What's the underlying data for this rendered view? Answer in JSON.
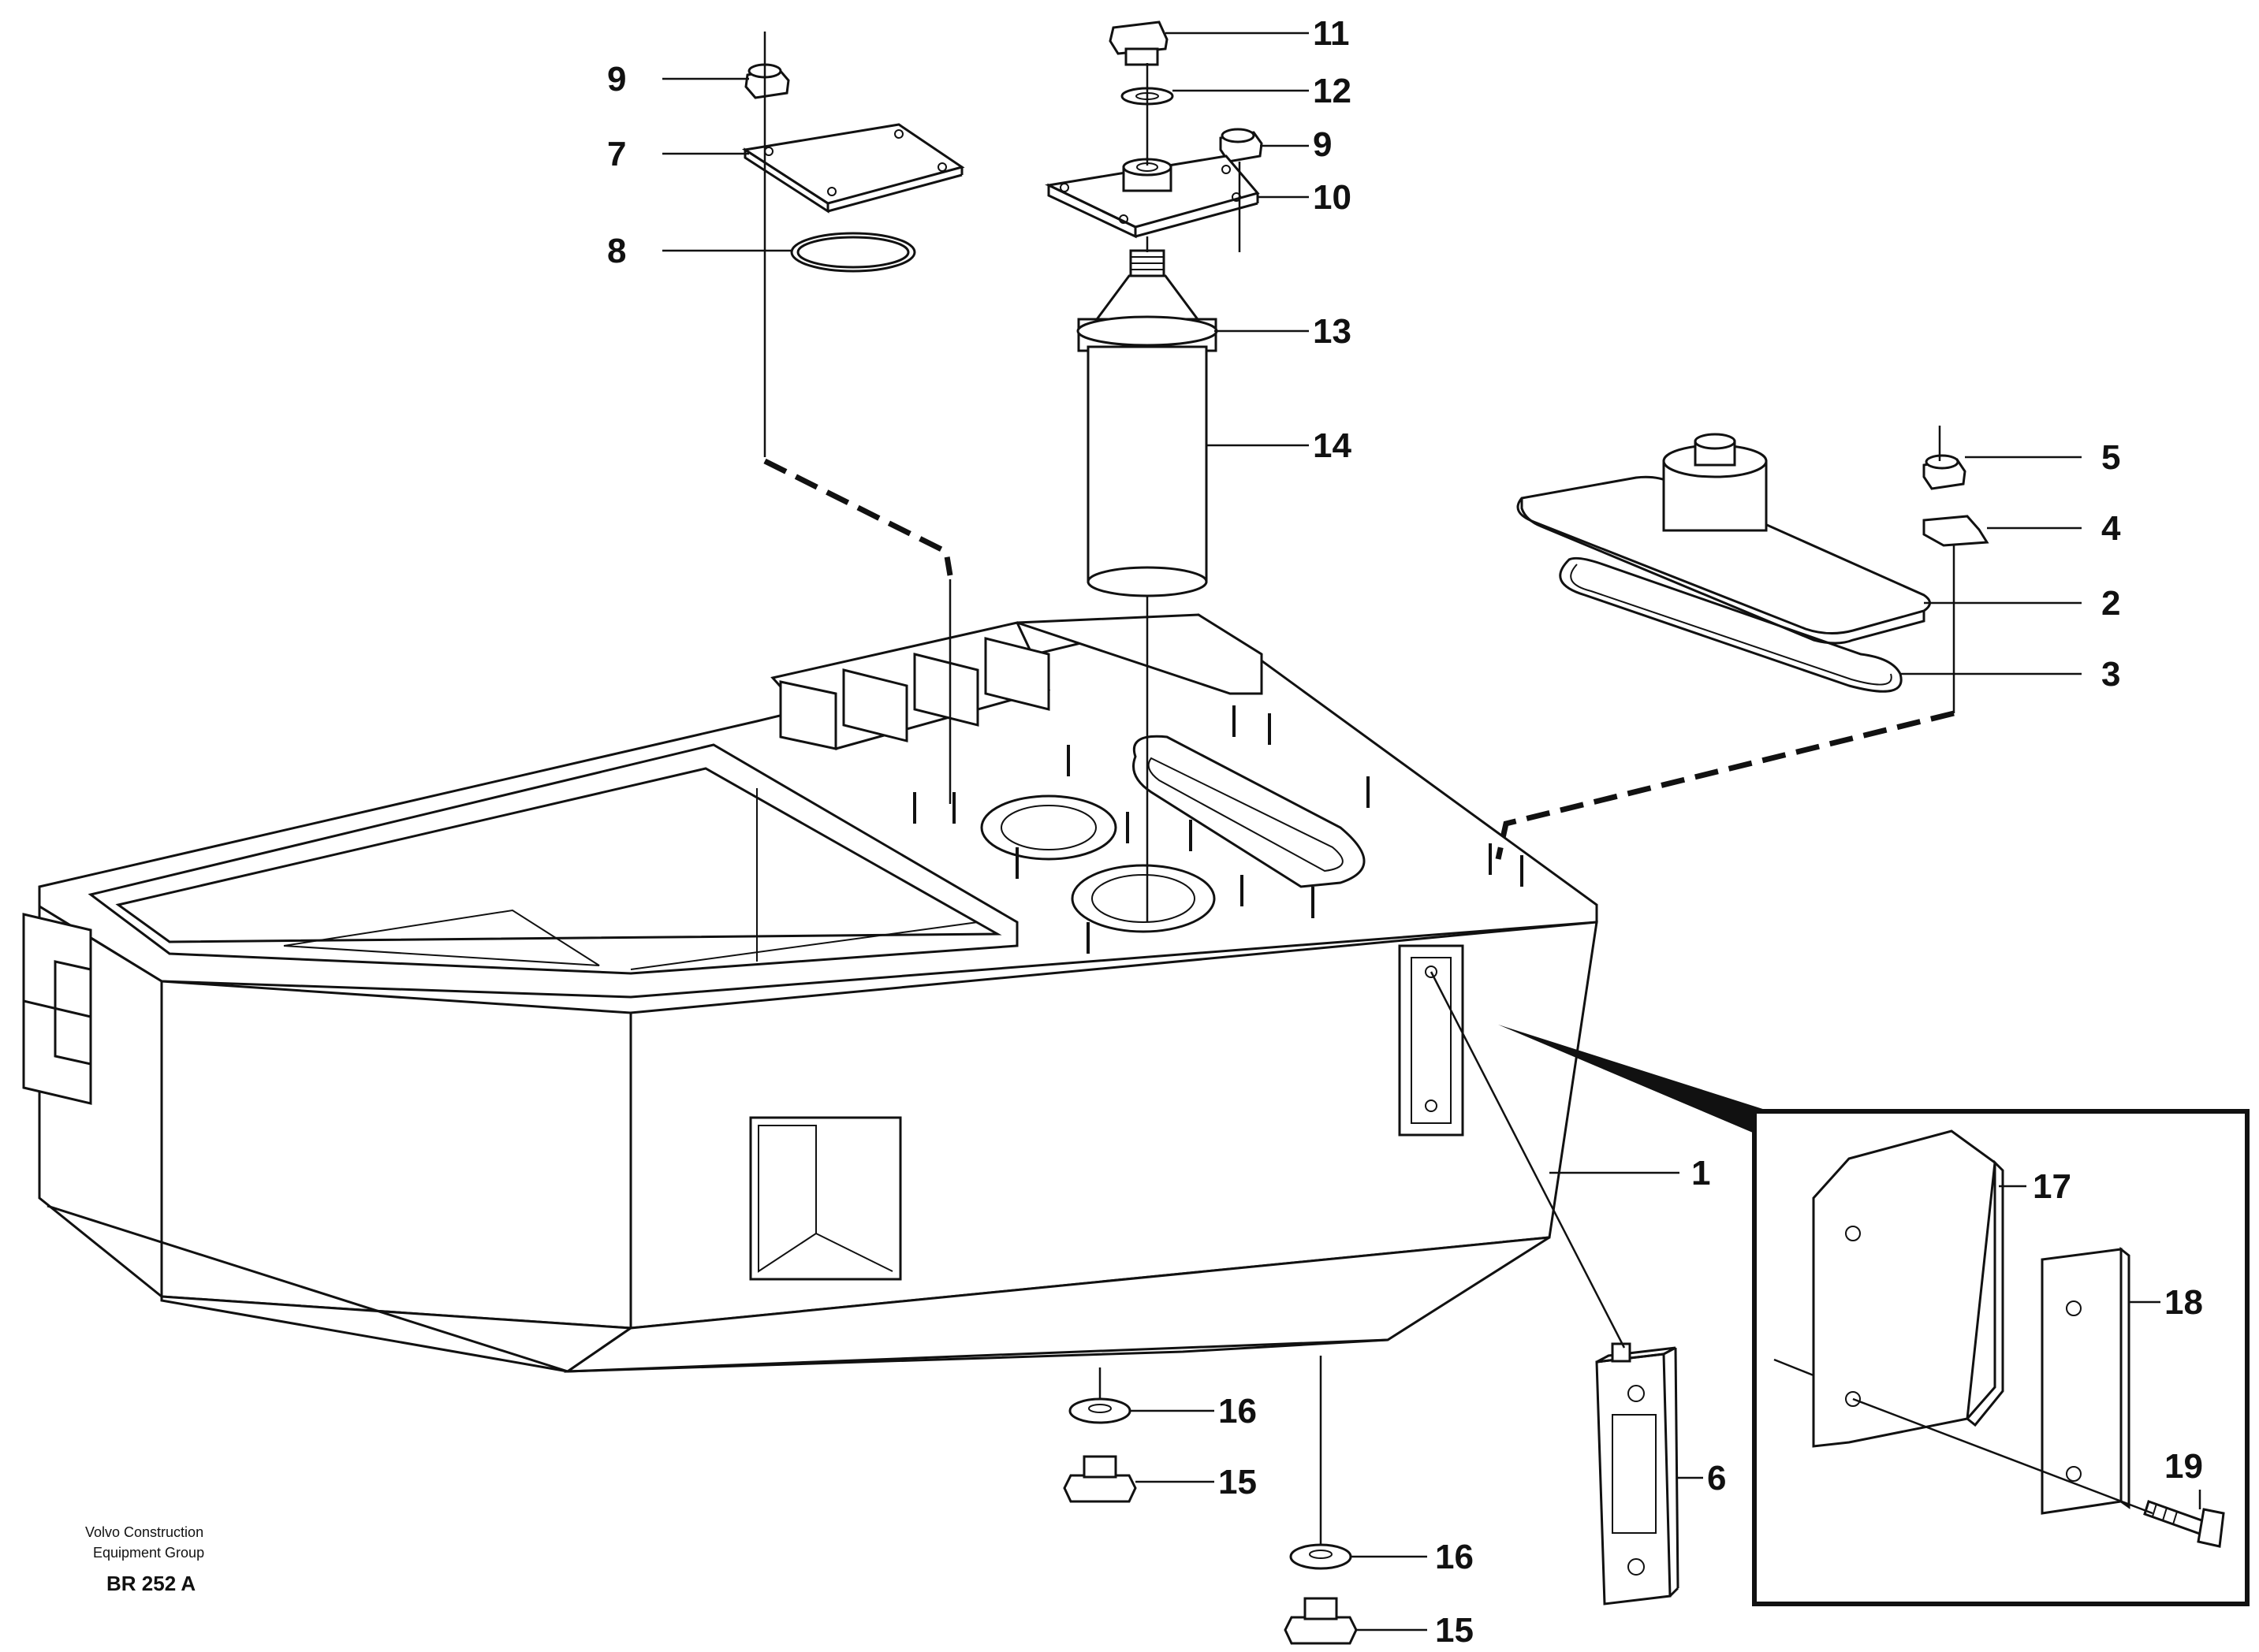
{
  "callouts": {
    "c1": "1",
    "c2": "2",
    "c3": "3",
    "c4": "4",
    "c5": "5",
    "c6": "6",
    "c7": "7",
    "c8": "8",
    "c9a": "9",
    "c9b": "9",
    "c10": "10",
    "c11": "11",
    "c12": "12",
    "c13": "13",
    "c14": "14",
    "c15a": "15",
    "c15b": "15",
    "c16a": "16",
    "c16b": "16",
    "c17": "17",
    "c18": "18",
    "c19": "19"
  },
  "credit": {
    "line1": "Volvo Construction",
    "line2": "Equipment Group",
    "code": "BR 252 A"
  }
}
